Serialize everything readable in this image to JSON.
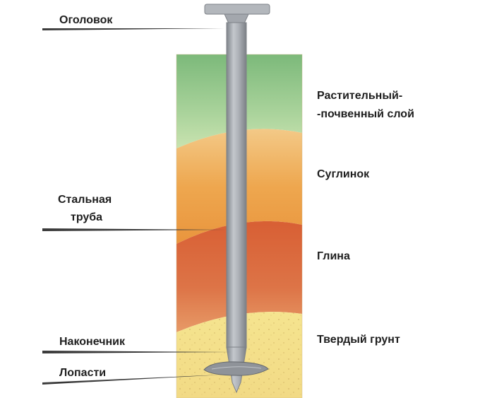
{
  "pile_labels": {
    "head": "Оголовок",
    "pipe_line1": "Стальная",
    "pipe_line2": "труба",
    "tip": "Наконечник",
    "blades": "Лопасти"
  },
  "soil_layers": [
    {
      "line1": "Растительный-",
      "line2": "-почвенный слой",
      "color": "#8fc48a"
    },
    {
      "line1": "Суглинок",
      "line2": "",
      "color": "#f0b05a"
    },
    {
      "line1": "Глина",
      "line2": "",
      "color": "#d8693e"
    },
    {
      "line1": "Твердый грунт",
      "line2": "",
      "color": "#f3e08c"
    }
  ],
  "colors": {
    "pipe": "#a9adb3",
    "pipe_dark": "#7d8187",
    "leader": "#3a3a3a",
    "text": "#1e1e1e"
  }
}
